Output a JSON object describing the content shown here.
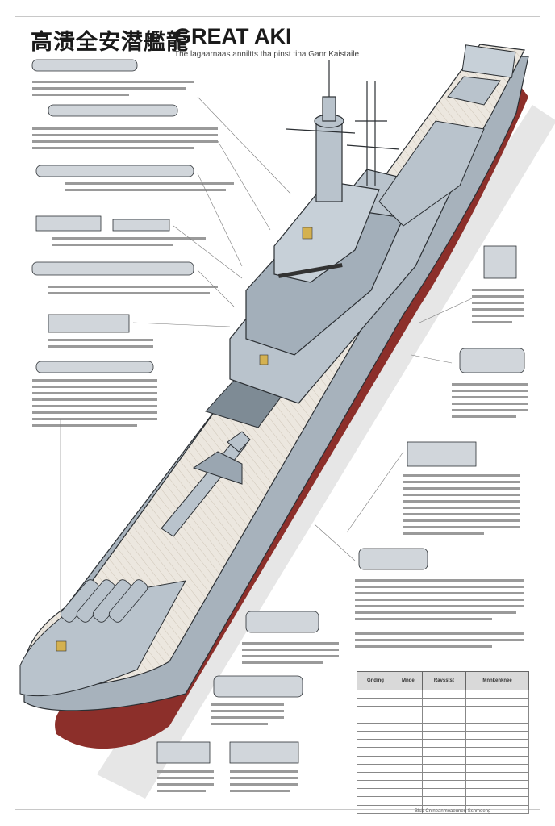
{
  "poster": {
    "title_cjk": "高溃全安潜艦龍",
    "title_en": "GREAT AKI",
    "subtitle": "The lagaarnaas anniltts tha pinst tina Ganr Kaistaile"
  },
  "spec_table": {
    "headers": [
      "Gnding",
      "Mnde",
      "Ravsstst",
      "Mnnkenknee"
    ],
    "rows": [
      [
        "",
        "",
        "",
        ""
      ],
      [
        "",
        "",
        "",
        ""
      ],
      [
        "",
        "",
        "",
        ""
      ],
      [
        "",
        "",
        "",
        ""
      ],
      [
        "",
        "",
        "",
        ""
      ],
      [
        "",
        "",
        "",
        ""
      ],
      [
        "",
        "",
        "",
        ""
      ],
      [
        "",
        "",
        "",
        ""
      ],
      [
        "",
        "",
        "",
        ""
      ],
      [
        "",
        "",
        "",
        ""
      ],
      [
        "",
        "",
        "",
        ""
      ],
      [
        "",
        "",
        "",
        ""
      ],
      [
        "",
        "",
        "",
        ""
      ],
      [
        "",
        "",
        "",
        ""
      ],
      [
        "",
        "",
        "",
        ""
      ]
    ]
  },
  "footer": {
    "text": "Blsb Cnlneanmoaeunen Ssnmoeng"
  },
  "colors": {
    "hull_grey": "#b9c3cc",
    "hull_red": "#8c2f2a",
    "deck": "#e9e4dc",
    "line": "#2b2f33"
  }
}
